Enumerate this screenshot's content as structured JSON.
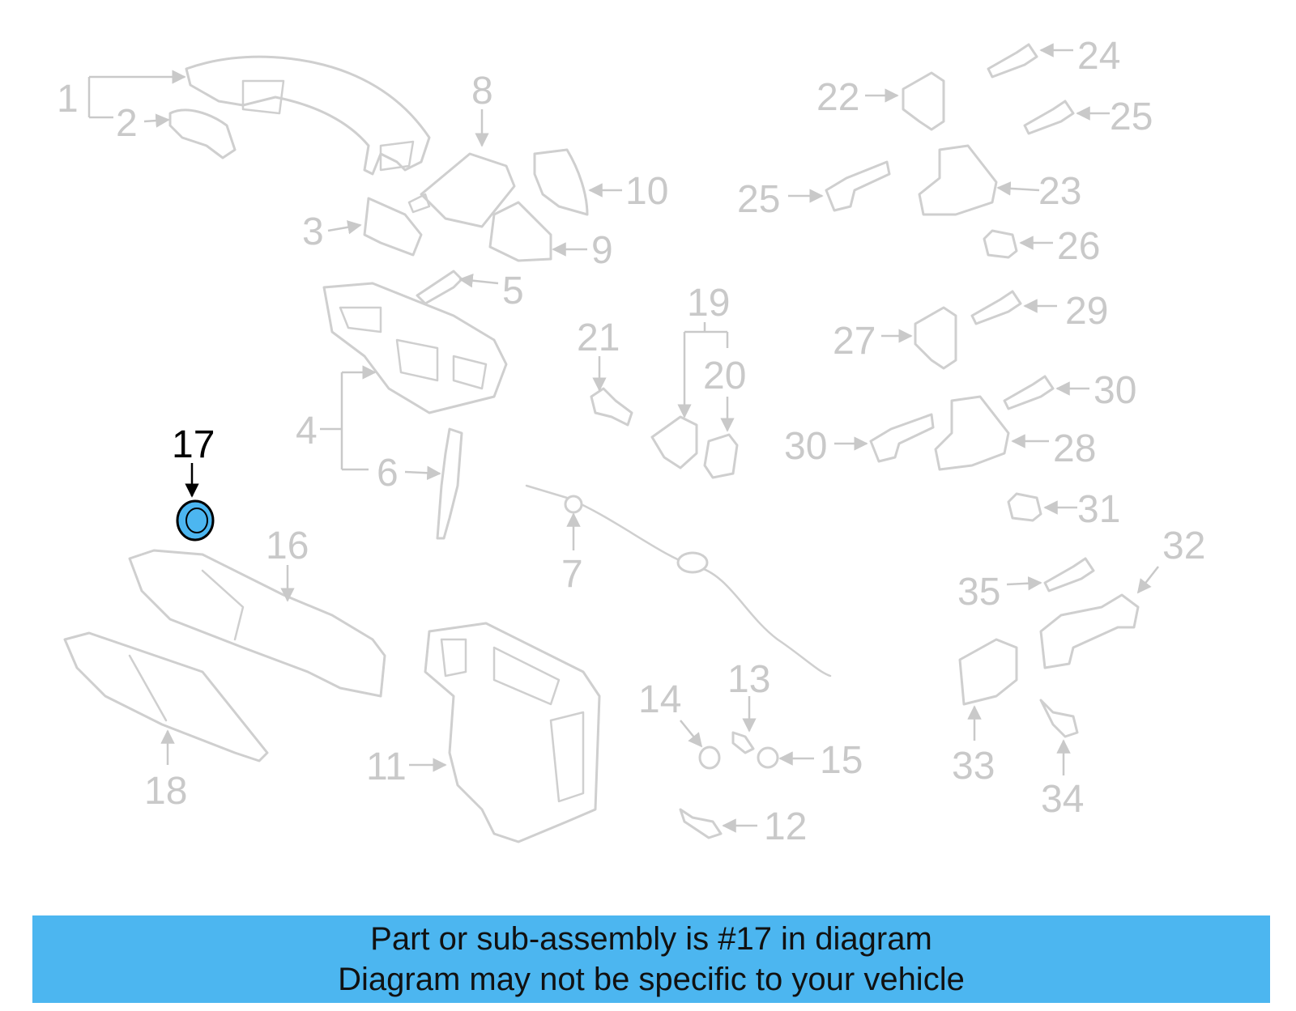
{
  "diagram": {
    "highlight_color": "#4cb6f0",
    "highlighted_part": "17",
    "callouts": [
      "1",
      "2",
      "3",
      "4",
      "5",
      "6",
      "7",
      "8",
      "9",
      "10",
      "11",
      "12",
      "13",
      "14",
      "15",
      "16",
      "17",
      "18",
      "19",
      "20",
      "21",
      "22",
      "23",
      "24",
      "25",
      "25",
      "26",
      "27",
      "28",
      "29",
      "30",
      "30",
      "31",
      "32",
      "33",
      "34",
      "35"
    ]
  },
  "caption": {
    "line1": "Part or sub-assembly is #17 in diagram",
    "line2": "Diagram may not be specific to your vehicle"
  }
}
